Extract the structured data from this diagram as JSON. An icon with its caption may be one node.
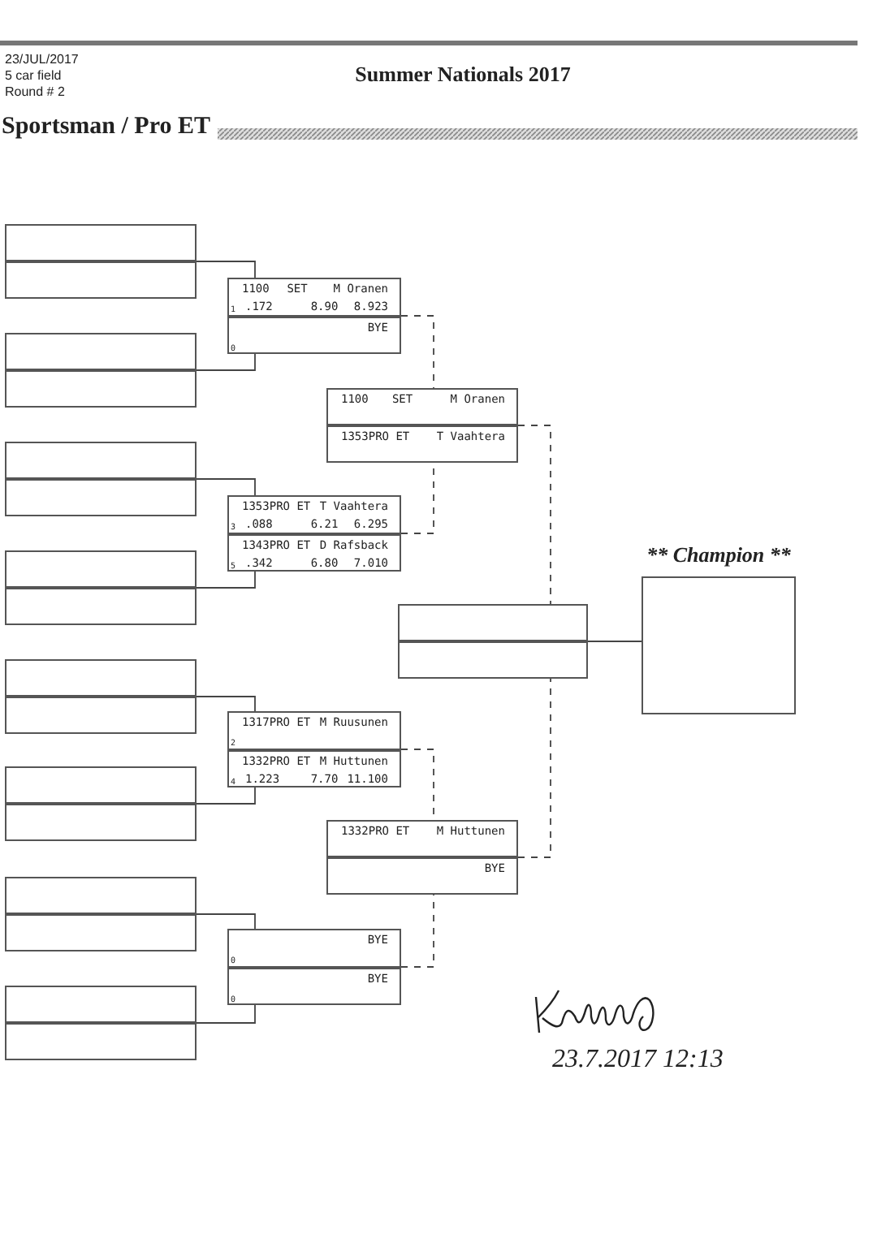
{
  "diagram": {
    "title": "Summer Nationals 2017",
    "nodes": [
      {
        "text": [],
        "shape": "box"
      },
      {
        "text": [],
        "shape": "box",
        "in": 0
      },
      {
        "text": [],
        "shape": "box",
        "in": 0
      },
      {
        "text": [],
        "shape": "box"
      },
      {
        "text": [],
        "shape": "box",
        "in": 3
      },
      {
        "text": [],
        "shape": "box",
        "in": 3
      },
      {
        "text": [],
        "shape": "box"
      },
      {
        "text": [],
        "shape": "box",
        "in": 6
      },
      {
        "text": [],
        "shape": "box",
        "in": 6
      },
      {
        "text": [],
        "shape": "box"
      },
      {
        "text": [],
        "shape": "box",
        "in": 9
      },
      {
        "text": [],
        "shape": "box",
        "in": 9
      },
      {
        "text": [],
        "shape": "box"
      },
      {
        "text": [],
        "shape": "box",
        "in": 12
      },
      {
        "text": [],
        "shape": "box",
        "in": 12
      },
      {
        "text": [],
        "shape": "box"
      },
      {
        "text": [],
        "shape": "box",
        "in": 15
      },
      {
        "text": [],
        "shape": "box",
        "in": 15
      },
      {
        "text": [],
        "shape": "box"
      },
      {
        "text": [],
        "shape": "box",
        "in": 18
      },
      {
        "text": [],
        "shape": "box",
        "in": 18
      },
      {
        "text": [],
        "shape": "box"
      },
      {
        "text": [],
        "shape": "box",
        "in": 21
      },
      {
        "text": [],
        "shape": "box",
        "in": 21
      },
      {
        "text": [],
        "shape": "box"
      },
      {
        "text": [
          "1100",
          "SET",
          "M Oranen",
          "1",
          ".172",
          "8.90",
          "8.923"
        ],
        "in": 24
      },
      {
        "text": [
          "BYE",
          "0"
        ],
        "in": 24
      },
      {
        "text": [],
        "shape": "box"
      },
      {
        "text": [
          "1353PRO ET",
          "T Vaahtera",
          "3",
          ".088",
          "6.21",
          "6.295"
        ],
        "in": 27
      },
      {
        "text": [
          "1343PRO ET",
          "D Rafsback",
          "5",
          ".342",
          "6.80",
          "7.010"
        ],
        "in": 27
      },
      {
        "text": [],
        "shape": "box"
      },
      {
        "text": [
          "1317PRO ET",
          "M Ruusunen",
          "2"
        ],
        "in": 30
      },
      {
        "text": [
          "1332PRO ET",
          "M Huttunen",
          "4",
          "1.223",
          "7.70",
          "11.100"
        ],
        "in": 30
      },
      {
        "text": [],
        "shape": "box"
      },
      {
        "text": [
          "BYE",
          "0"
        ],
        "in": 33
      },
      {
        "text": [
          "BYE",
          "0"
        ],
        "in": 33
      },
      {
        "text": [],
        "shape": "box"
      },
      {
        "text": [
          "1100",
          "SET",
          "M Oranen"
        ],
        "in": 36
      },
      {
        "text": [
          "1353PRO ET",
          "T Vaahtera"
        ],
        "in": 36
      },
      {
        "text": [],
        "shape": "box"
      },
      {
        "text": [
          "1332PRO ET",
          "M Huttunen"
        ],
        "in": 39
      },
      {
        "text": [
          "BYE"
        ],
        "in": 39
      },
      {
        "text": [],
        "shape": "box"
      },
      {
        "text": [],
        "shape": "box",
        "in": 42
      },
      {
        "text": [],
        "shape": "box",
        "in": 42
      },
      {
        "text": [
          "** Champion **"
        ]
      }
    ],
    "edges": [
      {
        "from": 0,
        "to": 25,
        "arrow": "none"
      },
      {
        "from": 3,
        "to": 26,
        "arrow": "none"
      },
      {
        "from": 6,
        "to": 28,
        "arrow": "none"
      },
      {
        "from": 9,
        "to": 29,
        "arrow": "none"
      },
      {
        "from": 12,
        "to": 31,
        "arrow": "none"
      },
      {
        "from": 15,
        "to": 32,
        "arrow": "none"
      },
      {
        "from": 18,
        "to": 34,
        "arrow": "none"
      },
      {
        "from": 21,
        "to": 35,
        "arrow": "none"
      },
      {
        "from": 24,
        "to": 37,
        "arrow": "none",
        "style": "dashed"
      },
      {
        "from": 27,
        "to": 38,
        "arrow": "none",
        "style": "dashed"
      },
      {
        "from": 30,
        "to": 40,
        "arrow": "none",
        "style": "dashed"
      },
      {
        "from": 33,
        "to": 41,
        "arrow": "none",
        "style": "dashed"
      },
      {
        "from": 36,
        "to": 43,
        "arrow": "none",
        "style": "dashed"
      },
      {
        "from": 39,
        "to": 44,
        "arrow": "none",
        "style": "dashed"
      },
      {
        "from": 42,
        "to": 45,
        "arrow": "none"
      }
    ],
    "labels": [
      "23/JUL/2017",
      "5 car field",
      "Round # 2",
      "Sportsman / Pro ET",
      "23.7.2017 12:13"
    ]
  }
}
